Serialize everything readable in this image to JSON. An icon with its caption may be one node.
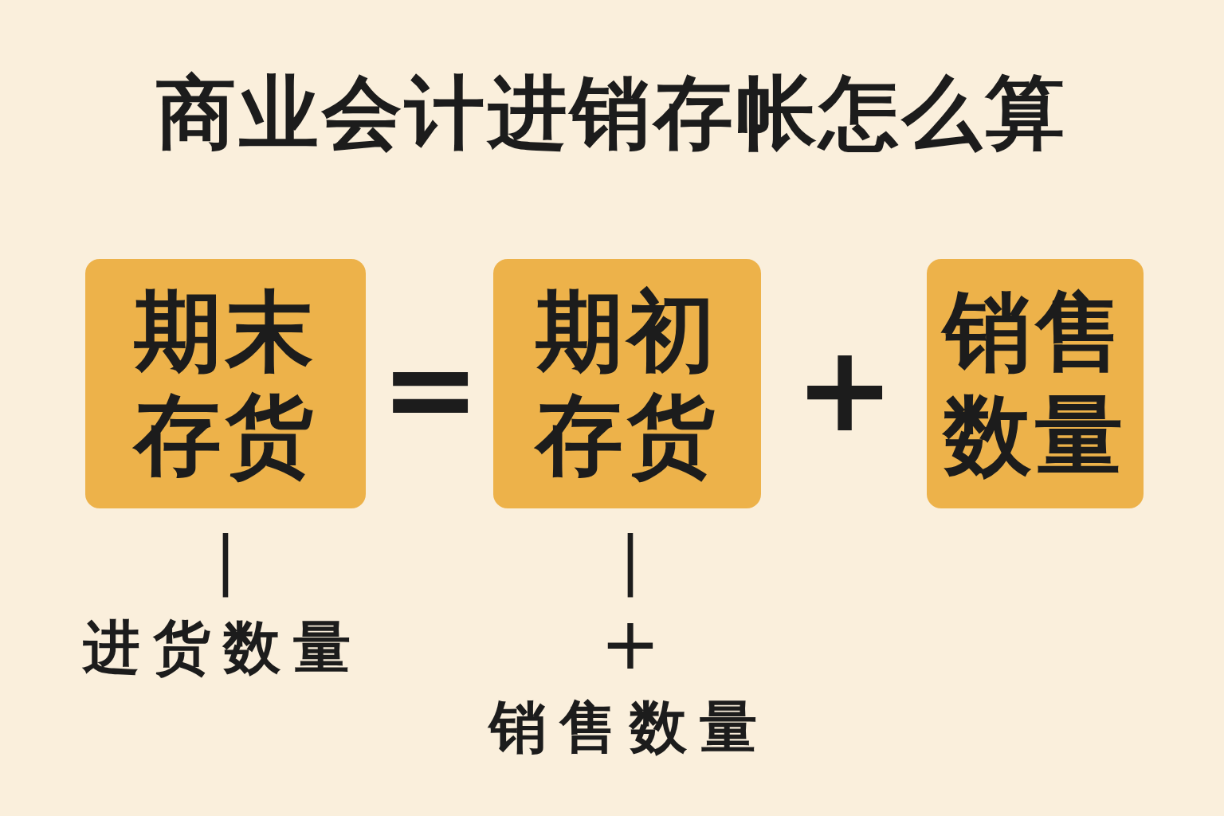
{
  "diagram": {
    "title": "商业会计进销存帐怎么算",
    "nodes": [
      {
        "text": [
          "期末存货"
        ]
      },
      {
        "text": [
          "期初存货"
        ]
      },
      {
        "text": [
          "销售数量"
        ]
      }
    ],
    "labels": [
      "=",
      "+",
      "|",
      "|",
      "进货数量",
      "+",
      "销售数量"
    ]
  }
}
